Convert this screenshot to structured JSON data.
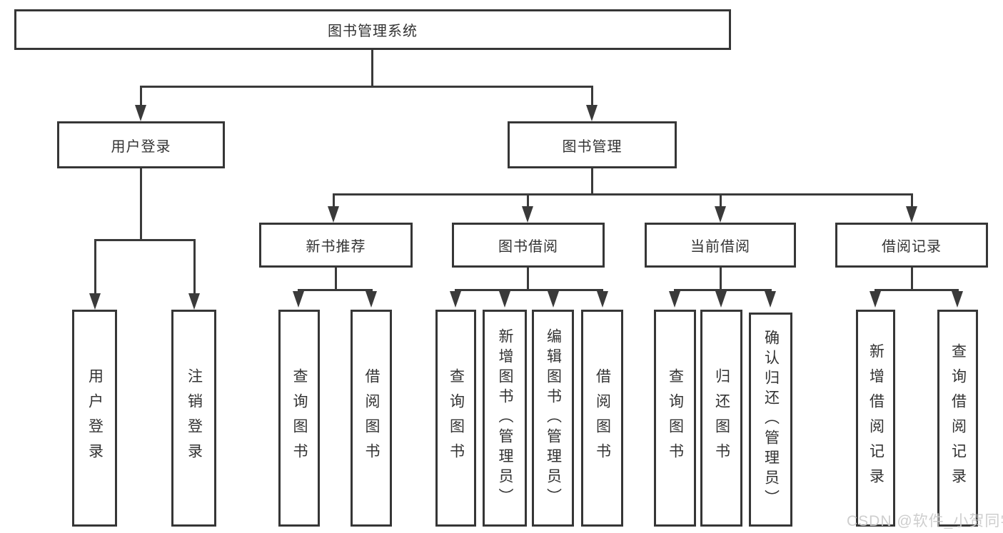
{
  "diagram": {
    "type": "hierarchy-tree",
    "title": "图书管理系统",
    "colors": {
      "background": "#ffffff",
      "line": "#3a3a3a",
      "box_border": "#363636",
      "box_fill": "#ffffff",
      "text": "#333333",
      "watermark": "#cbcbcb"
    },
    "nodes": {
      "root": {
        "label": "图书管理系统"
      },
      "user_login": {
        "label": "用户登录"
      },
      "book_management": {
        "label": "图书管理"
      },
      "new_book_recommend": {
        "label": "新书推荐"
      },
      "book_borrowing": {
        "label": "图书借阅"
      },
      "current_borrowing": {
        "label": "当前借阅"
      },
      "borrowing_records": {
        "label": "借阅记录"
      },
      "leaf_login": {
        "label": "用户登录"
      },
      "leaf_logout": {
        "label": "注销登录"
      },
      "leaf_rec_query": {
        "label": "查询图书"
      },
      "leaf_rec_borrow": {
        "label": "借阅图书"
      },
      "leaf_bor_query": {
        "label": "查询图书"
      },
      "leaf_bor_add": {
        "label": "新增图书（管理员）"
      },
      "leaf_bor_edit": {
        "label": "编辑图书（管理员）"
      },
      "leaf_bor_borrow": {
        "label": "借阅图书"
      },
      "leaf_cur_query": {
        "label": "查询图书"
      },
      "leaf_cur_return": {
        "label": "归还图书"
      },
      "leaf_cur_confirm": {
        "label": "确认归还（管理员）"
      },
      "leaf_recadd": {
        "label": "新增借阅记录"
      },
      "leaf_recquery": {
        "label": "查询借阅记录"
      }
    },
    "edges": [
      "root->user_login",
      "root->book_management",
      "user_login->leaf_login",
      "user_login->leaf_logout",
      "book_management->new_book_recommend",
      "book_management->book_borrowing",
      "book_management->current_borrowing",
      "book_management->borrowing_records",
      "new_book_recommend->leaf_rec_query",
      "new_book_recommend->leaf_rec_borrow",
      "book_borrowing->leaf_bor_query",
      "book_borrowing->leaf_bor_add",
      "book_borrowing->leaf_bor_edit",
      "book_borrowing->leaf_bor_borrow",
      "current_borrowing->leaf_cur_query",
      "current_borrowing->leaf_cur_return",
      "current_borrowing->leaf_cur_confirm",
      "borrowing_records->leaf_recadd",
      "borrowing_records->leaf_recquery"
    ],
    "watermark": {
      "text": "CSDN @软件_小贺同学"
    }
  }
}
